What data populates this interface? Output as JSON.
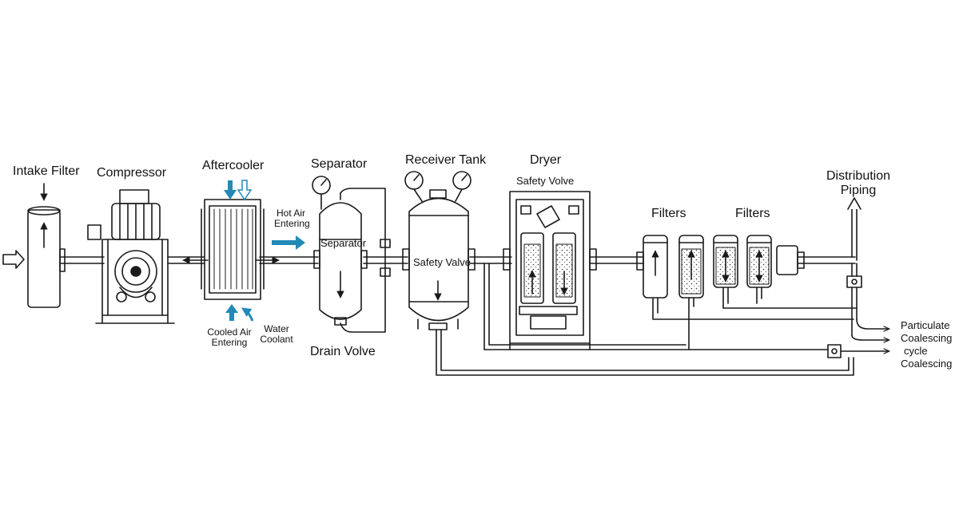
{
  "labels": {
    "intake_filter": "Intake Filter",
    "compressor": "Compressor",
    "aftercooler": "Aftercooler",
    "hot_air_entering": [
      "Hot Air",
      "Entering"
    ],
    "cooled_air_entering": [
      "Cooled Air",
      "Entering"
    ],
    "water_coolant": [
      "Water",
      "Coolant"
    ],
    "separator_title": "Separator",
    "separator_body": "Separator",
    "drain_valve": "Drain Volve",
    "receiver_tank": "Receiver Tank",
    "receiver_body": "Safety Valve",
    "dryer": "Dryer",
    "dryer_safety": "Safety Volve",
    "filters_1": "Filters",
    "filters_2": "Filters",
    "distribution_piping": [
      "Distribution",
      "Piping"
    ],
    "outlets": [
      "Particulate",
      "Coalescing",
      "cycle",
      "Coalescing"
    ]
  },
  "colors": {
    "line": "#1a1a1a",
    "accent": "#2389b6",
    "background": "#ffffff"
  }
}
